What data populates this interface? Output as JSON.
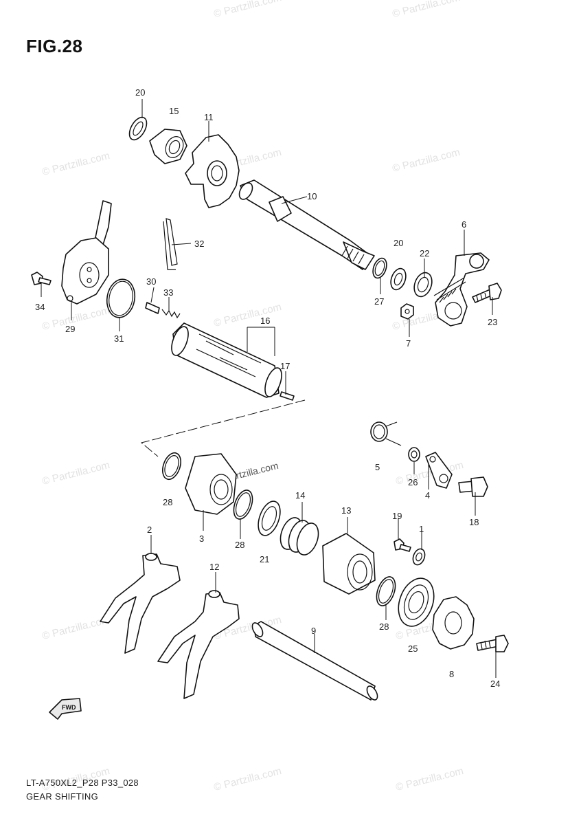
{
  "figure_title": "FIG.28",
  "footer": {
    "code": "LT-A750XL2_P28 P33_028",
    "title": "GEAR SHIFTING"
  },
  "watermark": "© Partzilla.com",
  "fwd_arrow_label": "FWD",
  "callouts": [
    "20",
    "15",
    "11",
    "10",
    "32",
    "6",
    "20",
    "22",
    "27",
    "34",
    "29",
    "31",
    "30",
    "33",
    "16",
    "23",
    "7",
    "17",
    "5",
    "26",
    "28",
    "4",
    "18",
    "14",
    "13",
    "19",
    "1",
    "3",
    "28",
    "21",
    "2",
    "12",
    "28",
    "25",
    "9",
    "8",
    "24"
  ]
}
